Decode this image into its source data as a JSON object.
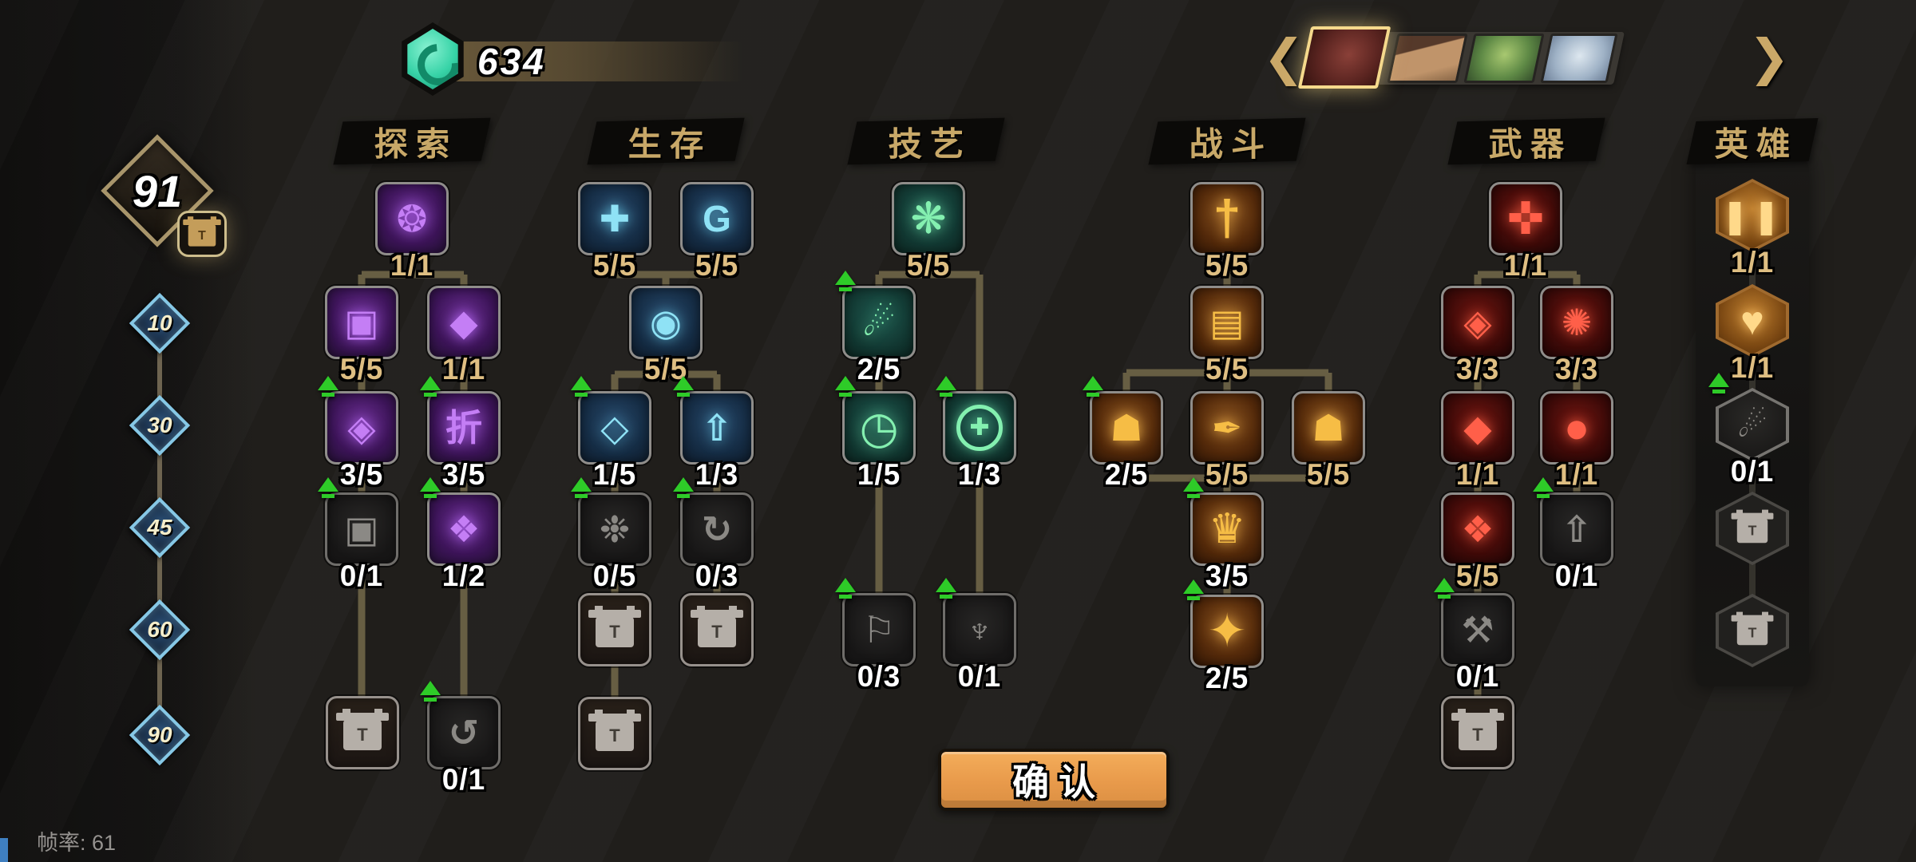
{
  "topbar": {
    "currency": "634"
  },
  "carousel": {
    "prev": "❮",
    "next": "❯",
    "selected_index": 0
  },
  "left_panel": {
    "level": "91",
    "milestones": [
      "10",
      "30",
      "45",
      "60",
      "90"
    ],
    "fps_label": "帧率: 61"
  },
  "footer": {
    "confirm_label": "确认"
  },
  "icons": {
    "chest_mark": "T"
  },
  "trees": [
    {
      "title": "探索",
      "nodes": [
        {
          "icon": "❂",
          "rating": "1/1"
        },
        {
          "icon": "▣",
          "rating": "5/5"
        },
        {
          "icon": "◆",
          "rating": "1/1"
        },
        {
          "icon": "◈",
          "rating": "3/5"
        },
        {
          "icon": "折",
          "rating": "3/5"
        },
        {
          "icon": "▣",
          "rating": "0/1"
        },
        {
          "icon": "❖",
          "rating": "1/2"
        },
        {
          "type": "chest"
        },
        {
          "icon": "↺",
          "rating": "0/1"
        }
      ]
    },
    {
      "title": "生存",
      "nodes": [
        {
          "icon": "✚",
          "rating": "5/5"
        },
        {
          "icon": "G",
          "rating": "5/5"
        },
        {
          "icon": "◉",
          "rating": "5/5"
        },
        {
          "icon": "◇",
          "rating": "1/5"
        },
        {
          "icon": "⇧",
          "rating": "1/3"
        },
        {
          "icon": "❉",
          "rating": "0/5"
        },
        {
          "icon": "↻",
          "rating": "0/3"
        },
        {
          "type": "chest"
        },
        {
          "type": "chest"
        },
        {
          "type": "chest"
        }
      ]
    },
    {
      "title": "技艺",
      "nodes": [
        {
          "icon": "❋",
          "rating": "5/5"
        },
        {
          "icon": "☄",
          "rating": "2/5"
        },
        {
          "icon": "◷",
          "rating": "1/5"
        },
        {
          "icon": "✚",
          "rating": "1/3"
        },
        {
          "icon": "⚐",
          "rating": "0/3"
        },
        {
          "icon": "♆",
          "rating": "0/1"
        }
      ]
    },
    {
      "title": "战斗",
      "nodes": [
        {
          "icon": "†",
          "rating": "5/5"
        },
        {
          "icon": "▤",
          "rating": "5/5"
        },
        {
          "icon": "☗",
          "rating": "2/5"
        },
        {
          "icon": "✒",
          "rating": "5/5"
        },
        {
          "icon": "☗",
          "rating": "5/5"
        },
        {
          "icon": "♛",
          "rating": "3/5"
        },
        {
          "icon": "✦",
          "rating": "2/5"
        }
      ]
    },
    {
      "title": "武器",
      "nodes": [
        {
          "icon": "✜",
          "rating": "1/1"
        },
        {
          "icon": "◈",
          "rating": "3/3"
        },
        {
          "icon": "✺",
          "rating": "3/3"
        },
        {
          "icon": "◆",
          "rating": "1/1"
        },
        {
          "icon": "●",
          "rating": "1/1"
        },
        {
          "icon": "❖",
          "rating": "5/5"
        },
        {
          "icon": "⇧",
          "rating": "0/1"
        },
        {
          "icon": "⚒",
          "rating": "0/1"
        },
        {
          "type": "chest"
        }
      ]
    },
    {
      "title": "英雄",
      "nodes": [
        {
          "icon": "❚❚",
          "rating": "1/1"
        },
        {
          "icon": "♥",
          "rating": "1/1"
        },
        {
          "icon": "☄",
          "rating": "0/1"
        },
        {
          "type": "chest"
        },
        {
          "type": "chest"
        }
      ]
    }
  ]
}
